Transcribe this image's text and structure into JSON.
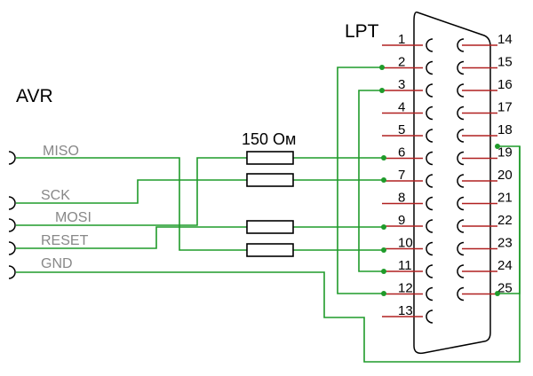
{
  "labels": {
    "avr": "AVR",
    "lpt": "LPT",
    "resistor": "150  Ом"
  },
  "signals": [
    "MISO",
    "SCK",
    "MOSI",
    "RESET",
    "GND"
  ],
  "pins_left": [
    "1",
    "2",
    "3",
    "4",
    "5",
    "6",
    "7",
    "8",
    "9",
    "10",
    "11",
    "12",
    "13"
  ],
  "pins_right": [
    "14",
    "15",
    "16",
    "17",
    "18",
    "19",
    "20",
    "21",
    "22",
    "23",
    "24",
    "25"
  ],
  "colors": {
    "wire": "#1f9b2a",
    "pin_wire": "#b02020",
    "signal_text": "#888888"
  }
}
